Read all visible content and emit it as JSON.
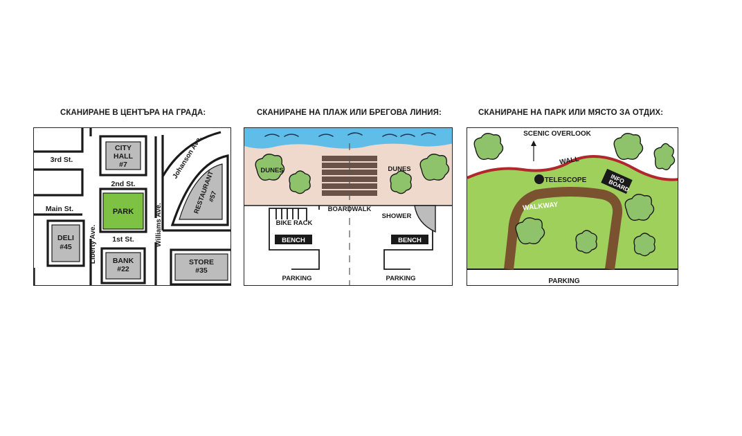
{
  "panels": [
    {
      "title": "СКАНИРАНЕ В ЦЕНТЪРА НА ГРАДА:",
      "labels": {
        "city_hall_1": "CITY",
        "city_hall_2": "HALL",
        "city_hall_3": "#7",
        "third_st": "3rd St.",
        "second_st": "2nd St.",
        "main_st": "Main St.",
        "first_st": "1st St.",
        "park": "PARK",
        "deli_1": "DELI",
        "deli_2": "#45",
        "bank_1": "BANK",
        "bank_2": "#22",
        "store_1": "STORE",
        "store_2": "#35",
        "liberty_ave": "Liberty Ave.",
        "williams_ave": "Williams Ave.",
        "johanson_ave": "Johanson Ave.",
        "restaurant_1": "RESTAURANT",
        "restaurant_2": "#57"
      }
    },
    {
      "title": "СКАНИРАНЕ НА ПЛАЖ ИЛИ БРЕГОВА ЛИНИЯ:",
      "labels": {
        "dunes_left": "DUNES",
        "dunes_right": "DUNES",
        "boardwalk": "BOARDWALK",
        "bike_rack": "BIKE RACK",
        "shower": "SHOWER",
        "bench_left": "BENCH",
        "bench_right": "BENCH",
        "parking_left": "PARKING",
        "parking_right": "PARKING"
      }
    },
    {
      "title": "СКАНИРАНЕ НА ПАРК ИЛИ МЯСТО ЗА ОТДИХ:",
      "labels": {
        "scenic_overlook": "SCENIC OVERLOOK",
        "wall": "WALL",
        "telescope": "TELESCOPE",
        "info_1": "INFO",
        "info_2": "BOARD",
        "walkway": "WALKWAY",
        "parking": "PARKING"
      }
    }
  ],
  "colors": {
    "park_green": "#7dc242",
    "building_gray": "#bcbcbc",
    "water_blue": "#5fbde8",
    "sand": "#efd9cc",
    "grass": "#9fd05c",
    "wall_red": "#b2262e",
    "walkway_brown": "#7a5230",
    "bush_green": "#8ec36b",
    "boardwalk_brown": "#6b5248"
  }
}
